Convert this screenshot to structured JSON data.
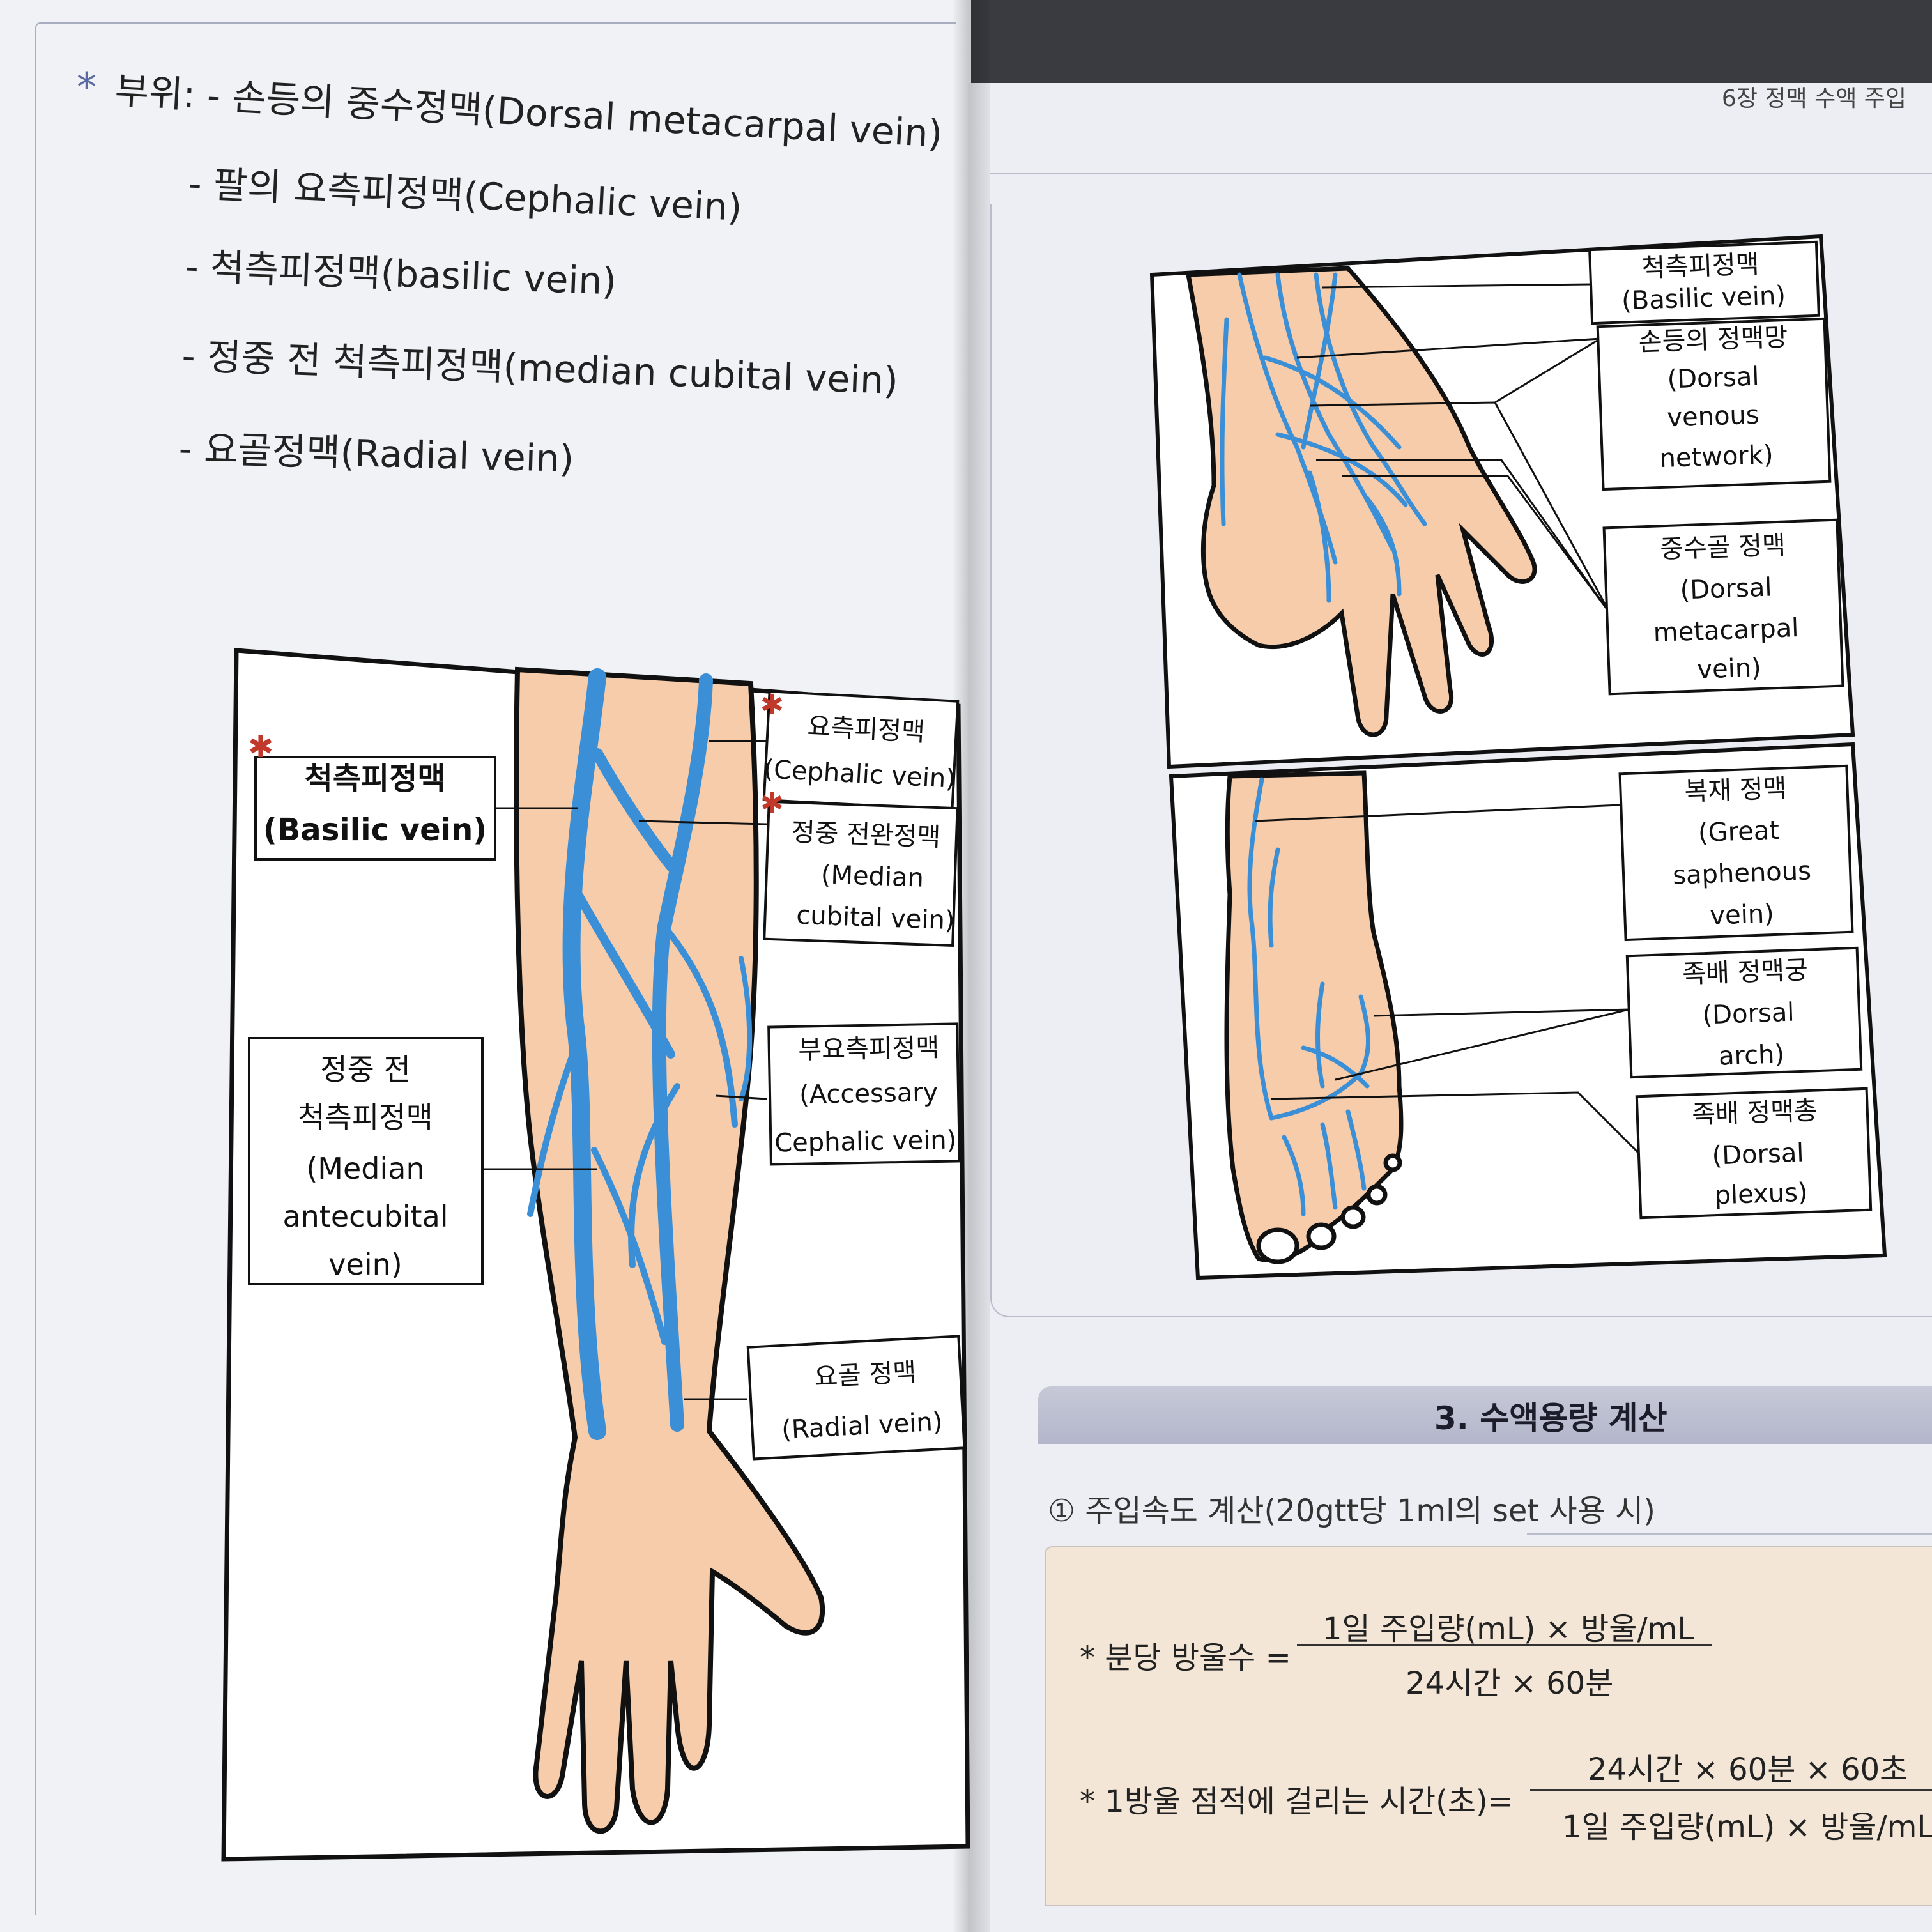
{
  "left_page": {
    "site_star": "*",
    "site_lines": [
      "부위: - 손등의 중수정맥(Dorsal metacarpal vein)",
      "- 팔의 요측피정맥(Cephalic vein)",
      "- 척측피정맥(basilic vein)",
      "- 정중 전 척측피정맥(median cubital vein)",
      "- 요골정맥(Radial vein)"
    ],
    "arm_labels": {
      "basilic": [
        "척측피정맥",
        "(Basilic vein)"
      ],
      "median_antecubital": [
        "정중 전",
        "척측피정맥",
        "(Median",
        "antecubital",
        "vein)"
      ],
      "cephalic": [
        "요측피정맥",
        "(Cephalic vein)"
      ],
      "median_cubital": [
        "정중 전완정맥",
        "(Median",
        "cubital vein)"
      ],
      "accessory_cephalic": [
        "부요측피정맥",
        "(Accessary",
        "Cephalic vein)"
      ],
      "radial": [
        "요골 정맥",
        "(Radial vein)"
      ]
    }
  },
  "right_page": {
    "header": "6장  정맥 수액 주입",
    "hand_labels": {
      "basilic": [
        "척측피정맥",
        "(Basilic vein)"
      ],
      "dorsal_venous_network": [
        "손등의 정맥망",
        "(Dorsal",
        "venous",
        "network)"
      ],
      "dorsal_metacarpal": [
        "중수골 정맥",
        "(Dorsal",
        "metacarpal",
        "vein)"
      ]
    },
    "foot_labels": {
      "great_saphenous": [
        "복재 정맥",
        "(Great",
        "saphenous",
        "vein)"
      ],
      "dorsal_arch": [
        "족배 정맥궁",
        "(Dorsal",
        "arch)"
      ],
      "dorsal_plexus": [
        "족배 정맥총",
        "(Dorsal",
        "plexus)"
      ]
    },
    "section_title": "3. 수액용량 계산",
    "subsection": "① 주입속도 계산(20gtt당 1ml의 set 사용 시)",
    "formula1": {
      "label": "* 분당 방울수 =",
      "numerator": "1일 주입량(mL) × 방울/mL",
      "denominator": "24시간 × 60분"
    },
    "formula2": {
      "label": "* 1방울 점적에 걸리는 시간(초)=",
      "numerator": "24시간 × 60분 × 60초",
      "denominator": "1일 주입량(mL) × 방울/mL"
    }
  },
  "colors": {
    "vein": "#3a8fd6",
    "skin": "#f6ccaa",
    "accent_star": "#c0392b"
  }
}
